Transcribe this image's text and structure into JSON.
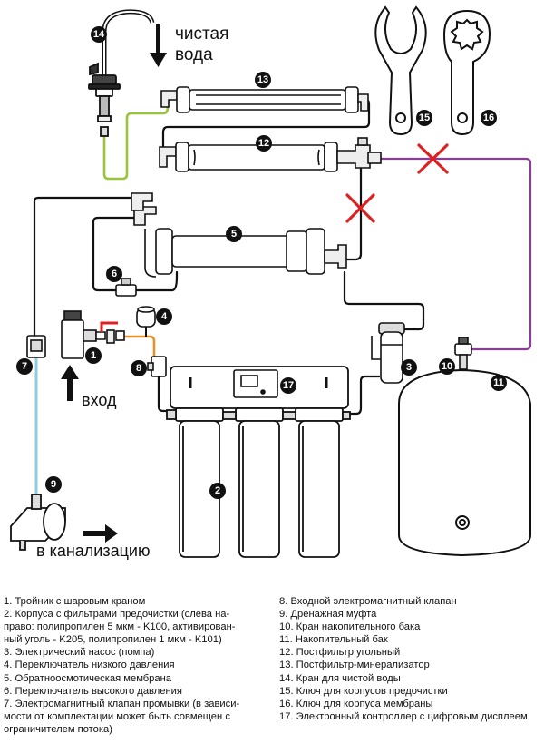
{
  "labels": {
    "clean_water": [
      "чистая",
      "вода"
    ],
    "inlet": "вход",
    "drain": "в канализацию"
  },
  "badges": [
    "1",
    "2",
    "3",
    "4",
    "5",
    "6",
    "7",
    "8",
    "9",
    "10",
    "11",
    "12",
    "13",
    "14",
    "15",
    "16",
    "17"
  ],
  "legend_left": [
    {
      "text": "1. Тройник с шаровым краном"
    },
    {
      "text": "2. Корпуса с фильтрами предочистки (слева на-",
      "cont": [
        "право: полипропилен 5 мкм - K100, активирован-",
        "ный уголь - K205, полипропилен 1 мкм - K101)"
      ]
    },
    {
      "text": "3. Электрический насос (помпа)"
    },
    {
      "text": "4. Переключатель низкого давления"
    },
    {
      "text": "5. Обратноосмотическая мембрана"
    },
    {
      "text": "6. Переключатель высокого давления"
    },
    {
      "text": "7. Электромагнитный клапан промывки (в зависи-",
      "cont": [
        "мости от комплектации может быть совмещен с",
        "ограничителем потока)"
      ]
    }
  ],
  "legend_right": [
    {
      "text": "8. Входной электромагнитный клапан"
    },
    {
      "text": "9. Дренажная муфта"
    },
    {
      "text": "10. Кран накопительного бака"
    },
    {
      "text": "11. Накопительный бак"
    },
    {
      "text": "12. Постфильтр угольный"
    },
    {
      "text": "13. Постфильтр-минерализатор"
    },
    {
      "text": "14. Кран для чистой воды"
    },
    {
      "text": "15. Ключ для корпусов предочистки"
    },
    {
      "text": "16. Ключ для корпуса мембраны"
    },
    {
      "text": "17. Электронный контроллер с цифровым дисплеем"
    }
  ],
  "colors": {
    "outline": "#1a1a1a",
    "clean_line": "#9ac43c",
    "inlet_line": "#e8902a",
    "drain_line": "#8fcde0",
    "tank_line": "#8a3c96",
    "cross": "#e02020",
    "housing_fill": "#ffffff",
    "tank_fill": "#ffffff"
  }
}
